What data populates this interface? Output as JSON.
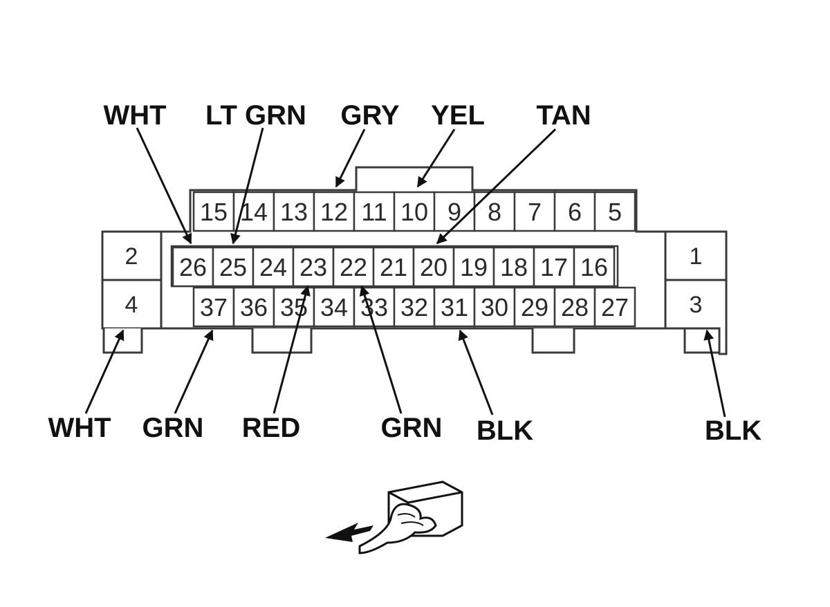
{
  "connector": {
    "top_row": [
      "15",
      "14",
      "13",
      "12",
      "11",
      "10",
      "9",
      "8",
      "7",
      "6",
      "5"
    ],
    "middle_row": [
      "26",
      "25",
      "24",
      "23",
      "22",
      "21",
      "20",
      "19",
      "18",
      "17",
      "16"
    ],
    "bottom_row": [
      "37",
      "36",
      "35",
      "34",
      "33",
      "32",
      "31",
      "30",
      "29",
      "28",
      "27"
    ],
    "side_pins": [
      "1",
      "2",
      "3",
      "4"
    ]
  },
  "wire_labels": {
    "pin26": "WHT",
    "pin25": "LT GRN",
    "pin12": "GRY",
    "pin10": "YEL",
    "pin20": "TAN",
    "pin4": "WHT",
    "pin37": "GRN",
    "pin23": "RED",
    "pin22": "GRN",
    "pin31": "BLK",
    "pin3": "BLK"
  },
  "view_icon": "terminal-side-view-icon"
}
